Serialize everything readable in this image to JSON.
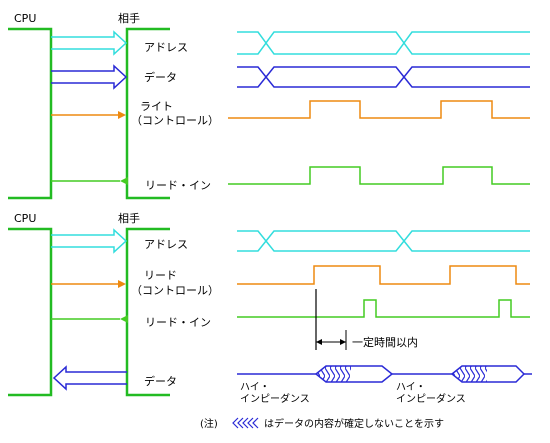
{
  "colors": {
    "address": "#33dddd",
    "data": "#2a2ad6",
    "control": "#ee8a10",
    "read_in": "#44cc22",
    "box": "#22bb22"
  },
  "top": {
    "cpu_label": "CPU",
    "partner_label": "相手",
    "address_label": "アドレス",
    "data_label": "データ",
    "write_label_1": "ライト",
    "write_label_2": "（コントロール）",
    "read_in_label": "リード・イン"
  },
  "bottom": {
    "cpu_label": "CPU",
    "partner_label": "相手",
    "address_label": "アドレス",
    "read_label_1": "リード",
    "read_label_2": "（コントロール）",
    "read_in_label": "リード・イン",
    "data_label": "データ",
    "time_label": "一定時間以内",
    "hiz_1_line1": "ハイ・",
    "hiz_1_line2": "インピーダンス",
    "hiz_2_line1": "ハイ・",
    "hiz_2_line2": "インピーダンス"
  },
  "note": {
    "prefix": "(注)",
    "suffix": "はデータの内容が確定しないことを示す"
  }
}
